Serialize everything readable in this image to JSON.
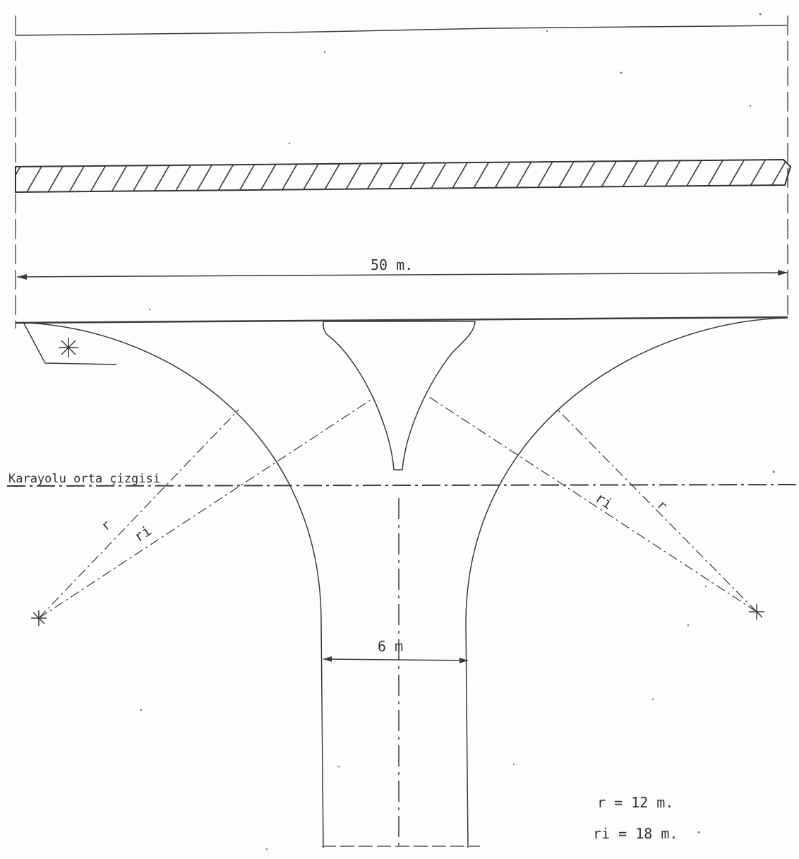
{
  "drawing": {
    "width_label": "50 m.",
    "road_width_label": "6 m",
    "road_line_label": "Karayolu orta çizgisi",
    "radius_label_left_outer": "r",
    "radius_label_left_inner": "ri",
    "radius_label_right_outer": "r",
    "radius_label_right_inner": "ri",
    "legend_r": "r = 12 m.",
    "legend_ri": "ri = 18 m.",
    "ink_color": "#3a3a3a",
    "hatch_color": "#444444"
  }
}
